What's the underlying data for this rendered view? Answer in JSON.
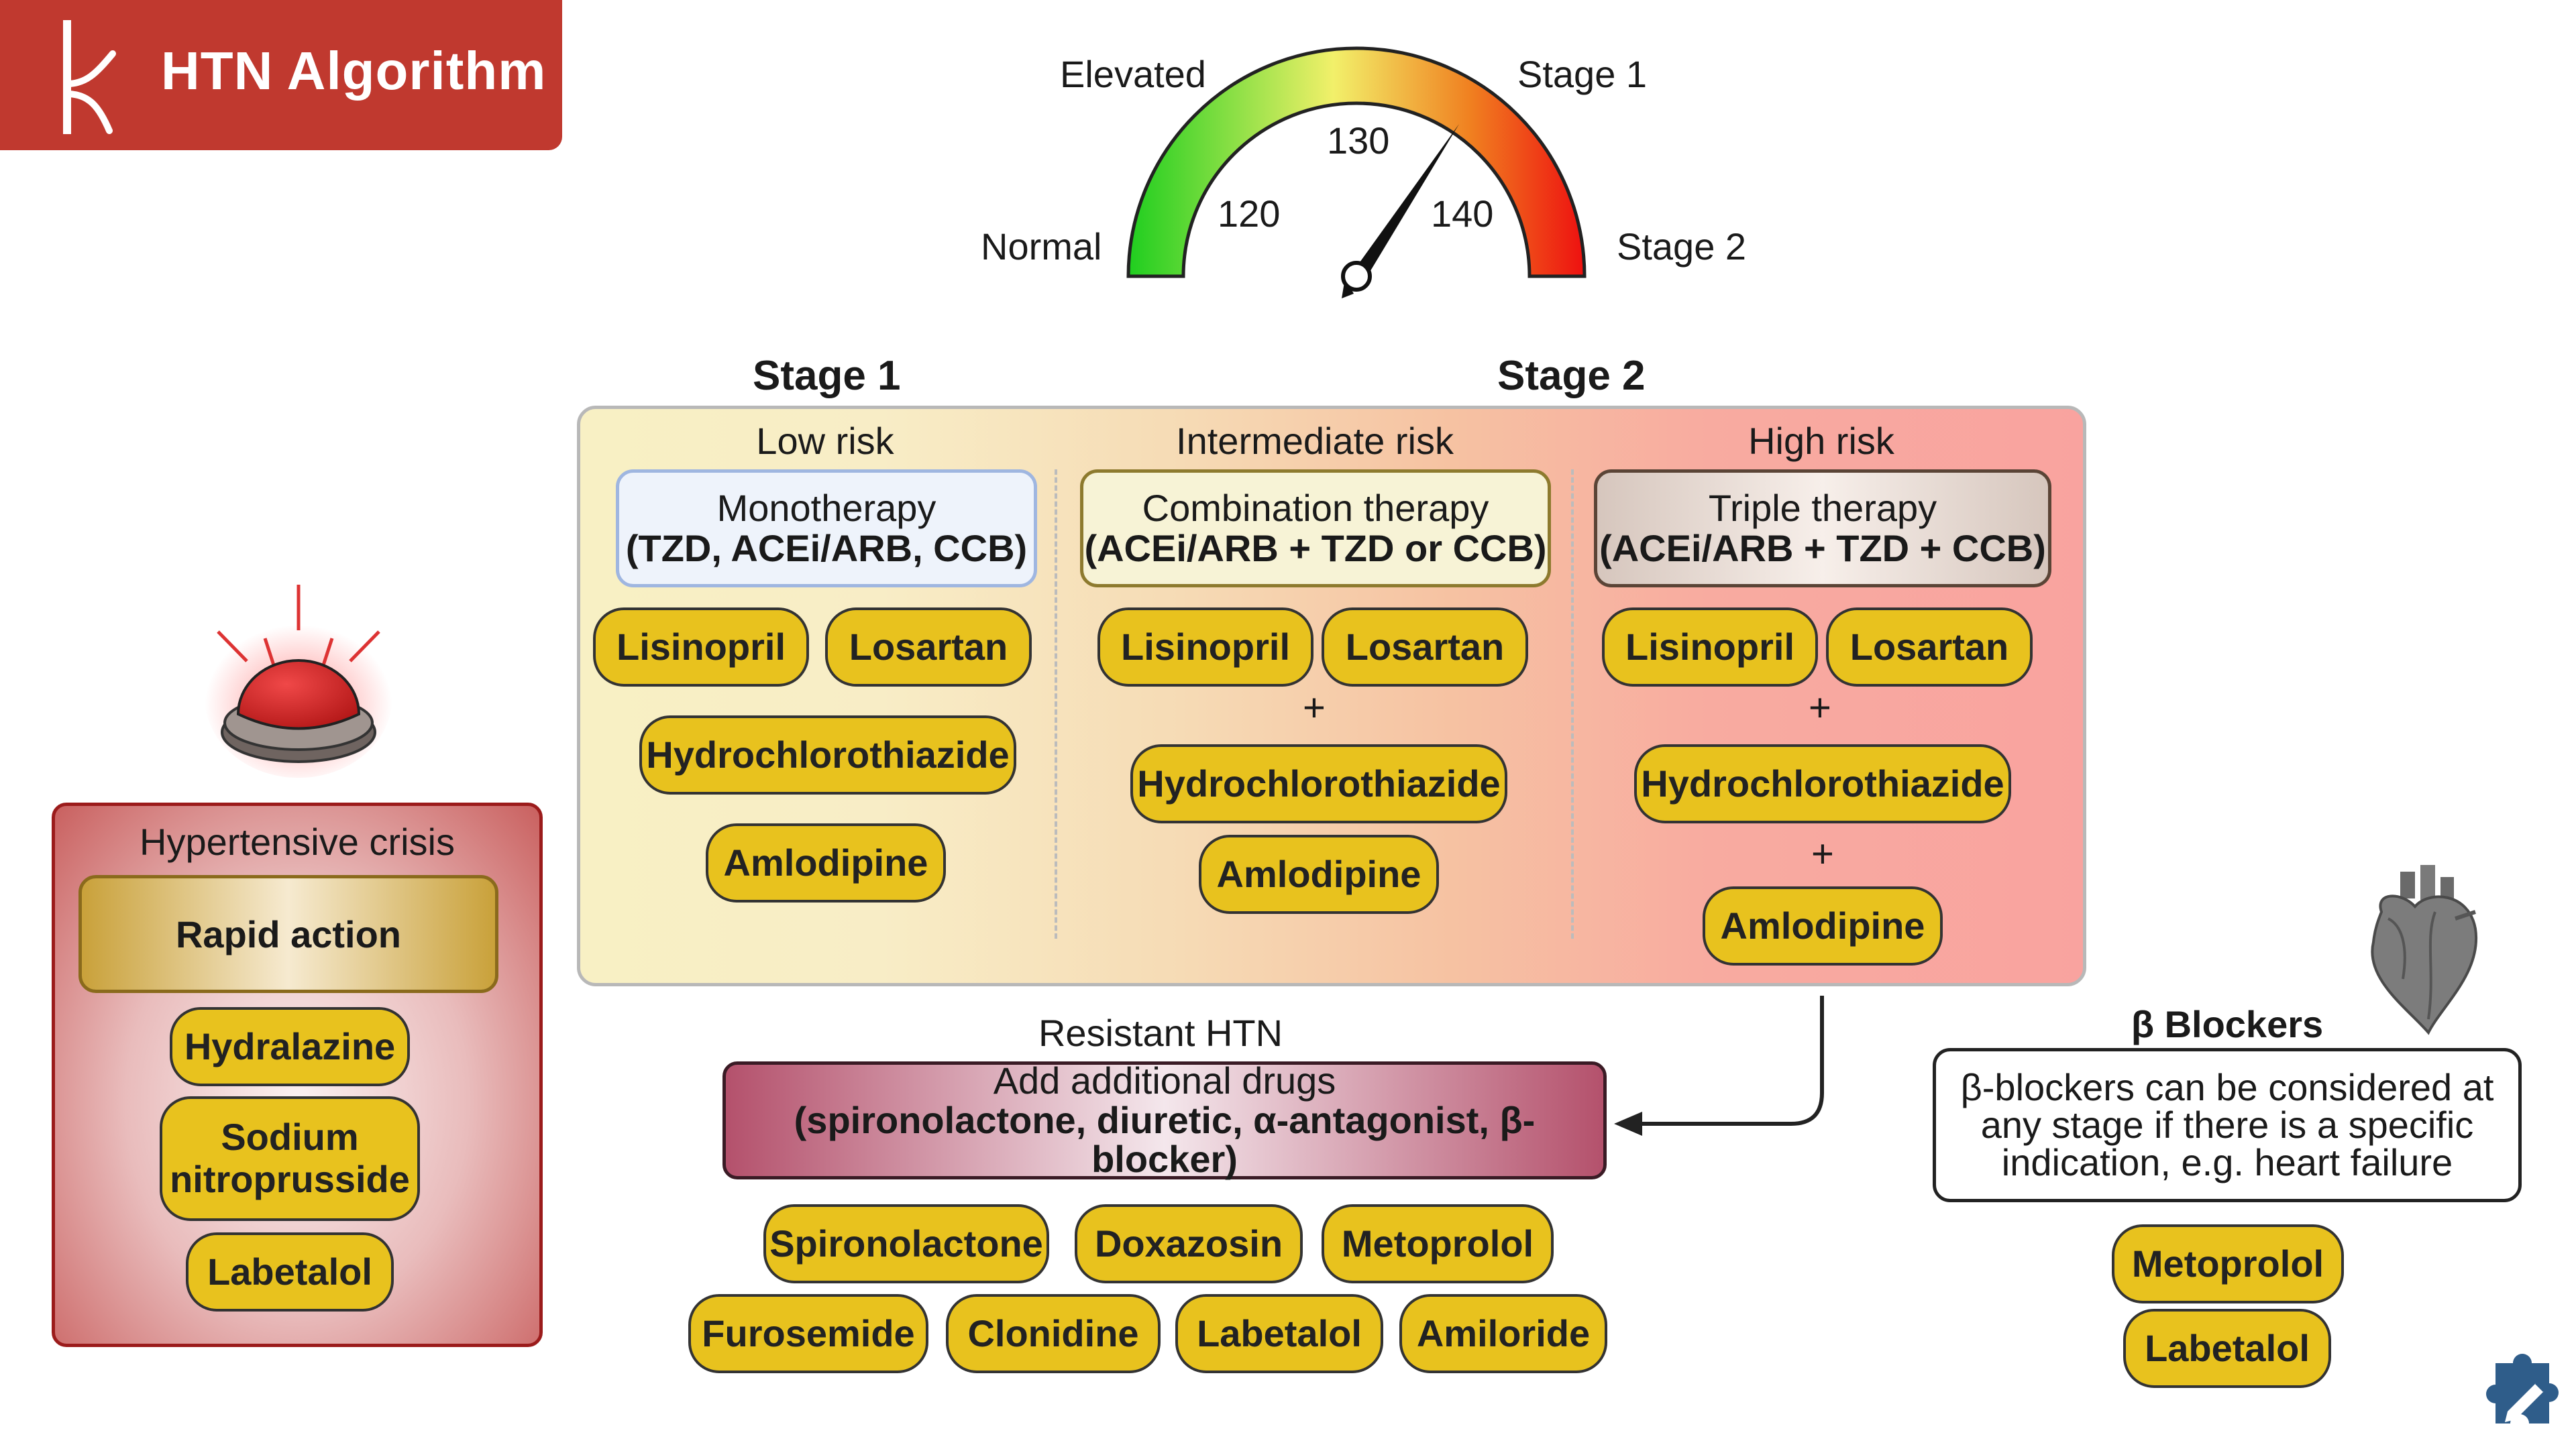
{
  "header": {
    "title": "HTN Algorithm",
    "logo_icon": "vessel-branch-icon",
    "color": "#c0392f"
  },
  "gauge": {
    "labels": {
      "normal": "Normal",
      "elevated": "Elevated",
      "stage1": "Stage 1",
      "stage2": "Stage 2"
    },
    "ticks": [
      "120",
      "130",
      "140"
    ]
  },
  "stages": {
    "stage1": "Stage 1",
    "stage2": "Stage 2"
  },
  "columns": [
    {
      "risk": "Low risk",
      "therapy_title": "Monotherapy",
      "therapy_detail": "(TZD, ACEi/ARB, CCB)",
      "drugs": {
        "a": "Lisinopril",
        "b": "Losartan",
        "c": "Hydrochlorothiazide",
        "d": "Amlodipine"
      }
    },
    {
      "risk": "Intermediate risk",
      "therapy_title": "Combination therapy",
      "therapy_detail": "(ACEi/ARB + TZD or CCB)",
      "drugs": {
        "a": "Lisinopril",
        "b": "Losartan",
        "c": "Hydrochlorothiazide",
        "d": "Amlodipine"
      }
    },
    {
      "risk": "High risk",
      "therapy_title": "Triple therapy",
      "therapy_detail": "(ACEi/ARB + TZD + CCB)",
      "drugs": {
        "a": "Lisinopril",
        "b": "Losartan",
        "c": "Hydrochlorothiazide",
        "d": "Amlodipine"
      }
    }
  ],
  "plus": "+",
  "crisis": {
    "title": "Hypertensive crisis",
    "action": "Rapid action",
    "drugs": [
      "Hydralazine",
      "Sodium nitroprusside",
      "Labetalol"
    ],
    "alarm_icon": "alarm-button-icon"
  },
  "resistant": {
    "title": "Resistant HTN",
    "line1": "Add additional drugs",
    "line2": "(spironolactone, diuretic, α-antagonist, β-blocker)",
    "drugs_row1": [
      "Spironolactone",
      "Doxazosin",
      "Metoprolol"
    ],
    "drugs_row2": [
      "Furosemide",
      "Clonidine",
      "Labetalol",
      "Amiloride"
    ]
  },
  "beta": {
    "title": "β Blockers",
    "line1": "β-blockers can be considered at",
    "line2": "any stage if there is a specific",
    "line3": "indication, e.g. heart failure",
    "drugs": [
      "Metoprolol",
      "Labetalol"
    ],
    "heart_icon": "heart-icon"
  },
  "footer_icon": "puzzle-pencil-icon",
  "colors": {
    "pill": "#e8c21e",
    "low_risk_box": "#eef3fb",
    "intermediate_box": "#f7f3d6",
    "high_risk_box": "#e9ddd6",
    "crisis_border": "#9b1b1b"
  }
}
